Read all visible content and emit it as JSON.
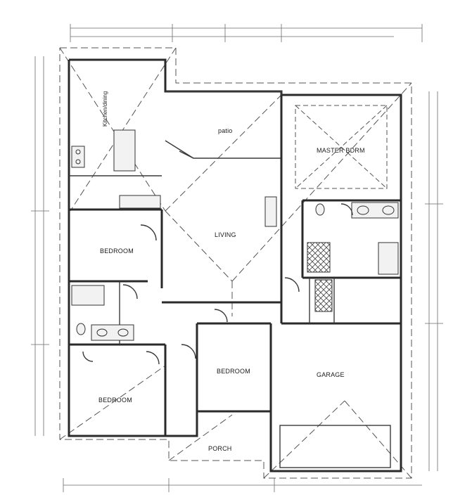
{
  "rooms": {
    "kitchen": "Kitchen/dining",
    "patio": "patio",
    "master": "MASTER BDRM",
    "living": "LIVING",
    "bedroom_left": "BEDROOM",
    "bedroom_center": "BEDROOM",
    "bedroom_bottom_left": "BEDROOM",
    "garage": "GARAGE",
    "porch": "PORCH"
  }
}
